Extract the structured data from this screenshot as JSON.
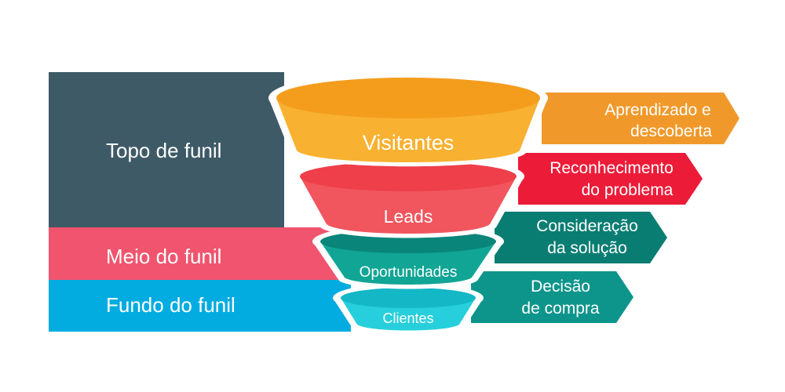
{
  "stages": [
    {
      "label": "Topo de funil",
      "color": "#3e5a66"
    },
    {
      "label": "Meio do funil",
      "color": "#f0546e"
    },
    {
      "label": "Fundo do funil",
      "color": "#03ace0"
    }
  ],
  "funnel": [
    {
      "label": "Visitantes",
      "top_color": "#f49d1c",
      "body_color": "#f8b130"
    },
    {
      "label": "Leads",
      "top_color": "#ee3f4b",
      "body_color": "#f1555e"
    },
    {
      "label": "Oportunidades",
      "top_color": "#09857a",
      "body_color": "#11a595"
    },
    {
      "label": "Clientes",
      "top_color": "#14b7c6",
      "body_color": "#27cfdc"
    }
  ],
  "steps": [
    {
      "line1": "Aprendizado e",
      "line2": "descoberta",
      "color": "#f0992a"
    },
    {
      "line1": "Reconhecimento",
      "line2": "do problema",
      "color": "#ec1c39"
    },
    {
      "line1": "Consideração",
      "line2": "da solução",
      "color": "#0a7d73"
    },
    {
      "line1": "Decisão",
      "line2": "de compra",
      "color": "#0d958b"
    }
  ]
}
